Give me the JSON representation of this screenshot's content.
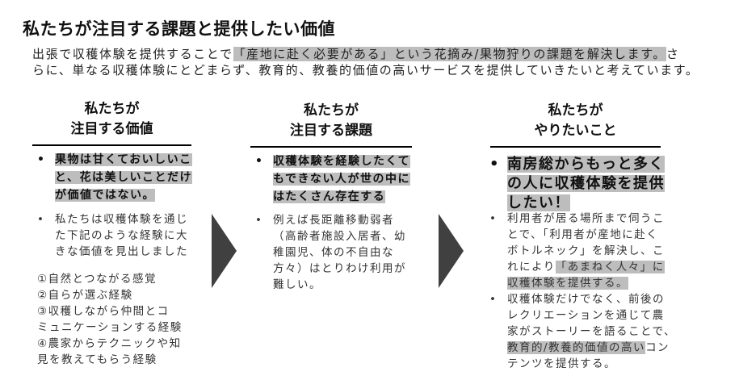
{
  "title": "私たちが注目する課題と提供したい価値",
  "intro": {
    "lines": [
      [
        [
          "出張で収穫体験を提供することで",
          false
        ],
        [
          "「産地に赴く必要がある」という花摘み/果物狩りの課題を解決します。",
          true
        ],
        [
          "さ",
          false
        ]
      ],
      [
        [
          "らに、単なる収穫体験にとどまらず、教育的、教養的価値の高いサービスを提供していきたいと考えています。",
          false
        ]
      ]
    ]
  },
  "columns": [
    {
      "heading": [
        "私たちが",
        "注目する価値"
      ],
      "bullets": [
        {
          "style": "bold",
          "lines": [
            [
              [
                "果物は甘くておいしいこ",
                true
              ]
            ],
            [
              [
                "と、花は美しいことだけ",
                true
              ]
            ],
            [
              [
                "が価値ではない。",
                true
              ]
            ]
          ]
        },
        {
          "style": "normal",
          "lines": [
            [
              [
                "私たちは収穫体験を通じ",
                false
              ]
            ],
            [
              [
                "た下記のような経験に大",
                false
              ]
            ],
            [
              [
                "きな価値を見出しました",
                false
              ]
            ]
          ]
        }
      ],
      "list": [
        "①自然とつながる感覚",
        "②自らが選ぶ経験",
        "③収穫しながら仲間とコ",
        "ミュニケーションする経験",
        "④農家からテクニックや知",
        "見を教えてもらう経験"
      ]
    },
    {
      "heading": [
        "私たちが",
        "注目する課題"
      ],
      "bullets": [
        {
          "style": "bold",
          "lines": [
            [
              [
                "収穫体験を経験したくて",
                true
              ]
            ],
            [
              [
                "もできない人が世の中に",
                true
              ]
            ],
            [
              [
                "はたくさん存在する",
                true
              ]
            ]
          ]
        },
        {
          "style": "normal",
          "lines": [
            [
              [
                "例えば長距離移動弱者",
                false
              ]
            ],
            [
              [
                "（高齢者施設入居者、幼",
                false
              ]
            ],
            [
              [
                "稚園児、体の不自由な",
                false
              ]
            ],
            [
              [
                "方々）はとりわけ利用が",
                false
              ]
            ],
            [
              [
                "難しい。",
                false
              ]
            ]
          ]
        }
      ]
    },
    {
      "heading": [
        "私たちが",
        "やりたいこと"
      ],
      "bullets": [
        {
          "style": "big",
          "lines": [
            [
              [
                "南房総からもっと多く",
                true
              ]
            ],
            [
              [
                "の人に収穫体験を提供",
                true
              ]
            ],
            [
              [
                "したい！",
                true
              ]
            ]
          ]
        },
        {
          "style": "normal",
          "lines": [
            [
              [
                "利用者が居る場所まで伺うこ",
                false
              ]
            ],
            [
              [
                "とで、「利用者が産地に赴く",
                false
              ]
            ],
            [
              [
                "ボトルネック」を解決し、こ",
                false
              ]
            ],
            [
              [
                "れにより",
                false
              ],
              [
                "「あまねく人々」に",
                true
              ]
            ],
            [
              [
                "収穫体験を提供する。",
                true
              ]
            ]
          ]
        },
        {
          "style": "normal",
          "lines": [
            [
              [
                "収穫体験だけでなく、前後の",
                false
              ]
            ],
            [
              [
                "レクリエーションを通じて農",
                false
              ]
            ],
            [
              [
                "家がストーリーを語ることで、",
                false
              ]
            ],
            [
              [
                "教育的/教養的価値の高い",
                true
              ],
              [
                "コン",
                false
              ]
            ],
            [
              [
                "テンツを提供する。",
                false
              ]
            ]
          ]
        }
      ]
    }
  ],
  "bullet_glyph": "•"
}
